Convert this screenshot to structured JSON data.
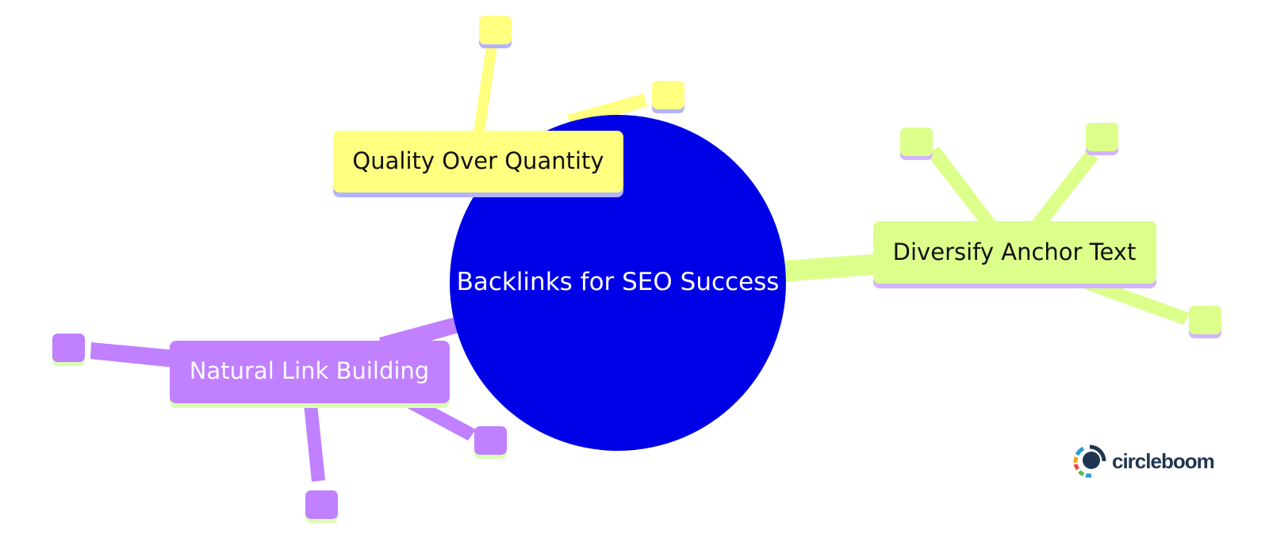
{
  "central": {
    "label": "Backlinks for SEO Success",
    "color": "#0000e6",
    "text_color": "#ffffff"
  },
  "branches": [
    {
      "label": "Quality Over Quantity",
      "color": "#ffff80",
      "accent": "#b3b3ff",
      "text_color": "#111111",
      "leaf_count": 2
    },
    {
      "label": "Diversify Anchor Text",
      "color": "#dcff8c",
      "accent": "#d4b3ff",
      "text_color": "#111111",
      "leaf_count": 3
    },
    {
      "label": "Natural Link Building",
      "color": "#c080ff",
      "accent": "#d9ffb3",
      "text_color": "#ffffff",
      "leaf_count": 3
    }
  ],
  "logo": {
    "text": "circleboom",
    "text_color": "#1f3552",
    "icon": "circleboom-logo-icon"
  }
}
